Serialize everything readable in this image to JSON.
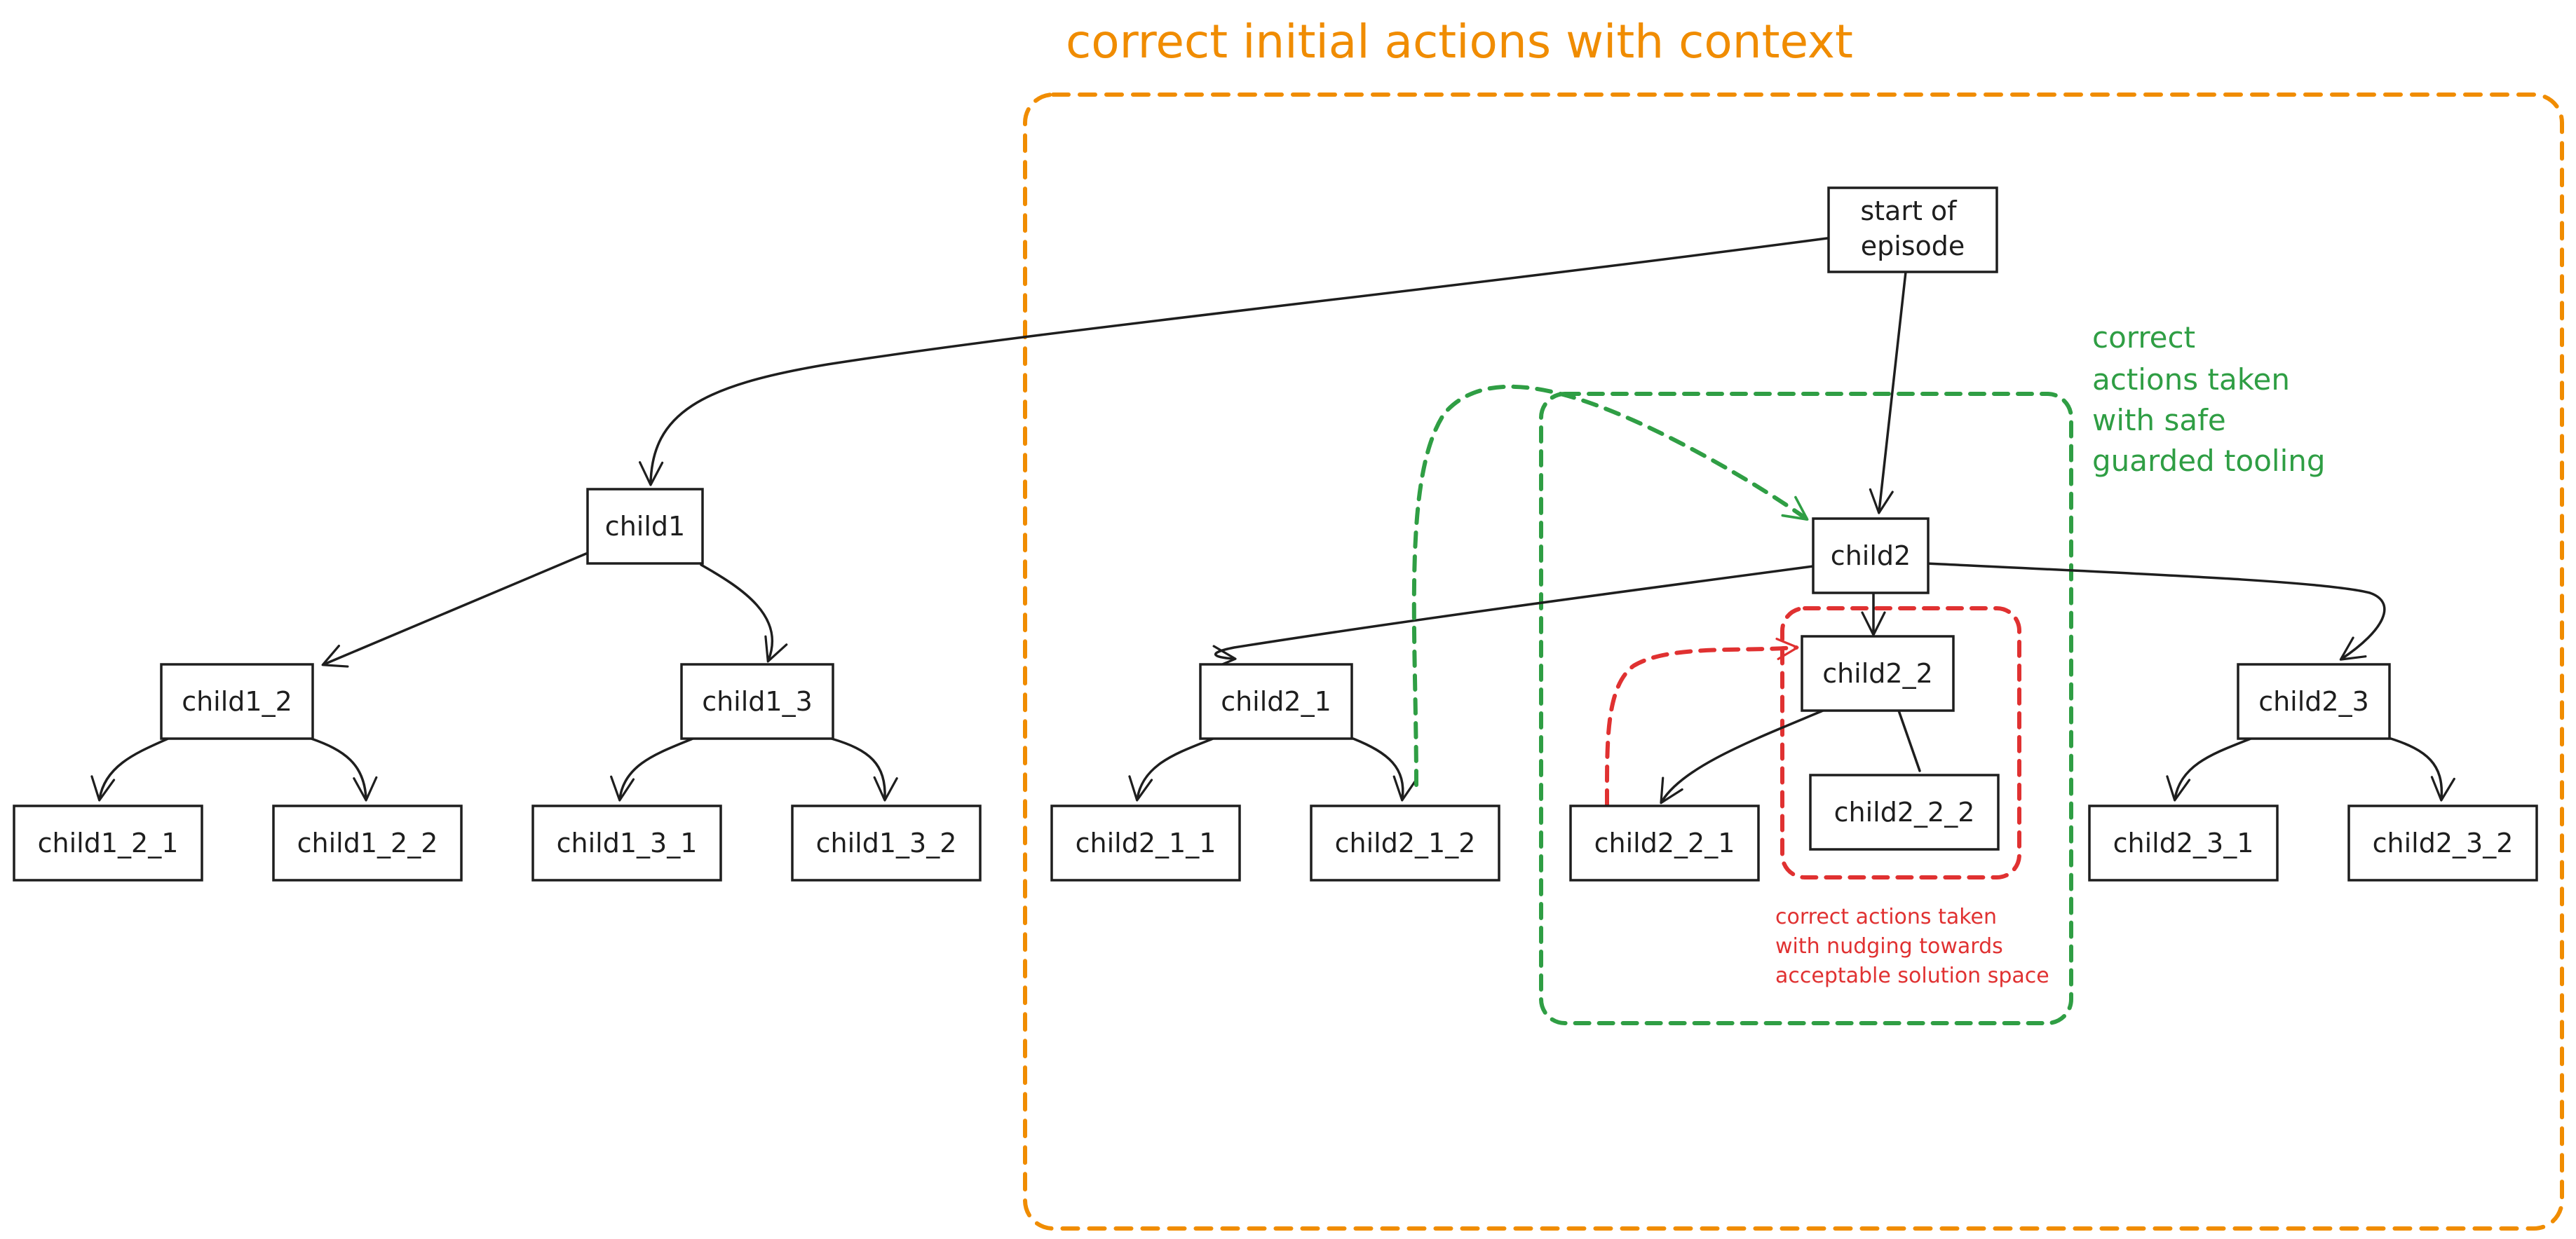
{
  "title": "correct initial actions with context",
  "green_note": [
    "correct",
    "actions taken",
    "with safe",
    "guarded tooling"
  ],
  "red_note": [
    "correct actions taken",
    "with nudging towards",
    "acceptable solution space"
  ],
  "nodes": {
    "root": [
      "start of",
      "episode"
    ],
    "child1": "child1",
    "child1_2": "child1_2",
    "child1_3": "child1_3",
    "child1_2_1": "child1_2_1",
    "child1_2_2": "child1_2_2",
    "child1_3_1": "child1_3_1",
    "child1_3_2": "child1_3_2",
    "child2": "child2",
    "child2_1": "child2_1",
    "child2_2": "child2_2",
    "child2_3": "child2_3",
    "child2_1_1": "child2_1_1",
    "child2_1_2": "child2_1_2",
    "child2_2_1": "child2_2_1",
    "child2_2_2": "child2_2_2",
    "child2_3_1": "child2_3_1",
    "child2_3_2": "child2_3_2"
  },
  "colors": {
    "orange": "#f08c00",
    "green": "#2f9e44",
    "red": "#e03131",
    "ink": "#1e1e1e"
  }
}
